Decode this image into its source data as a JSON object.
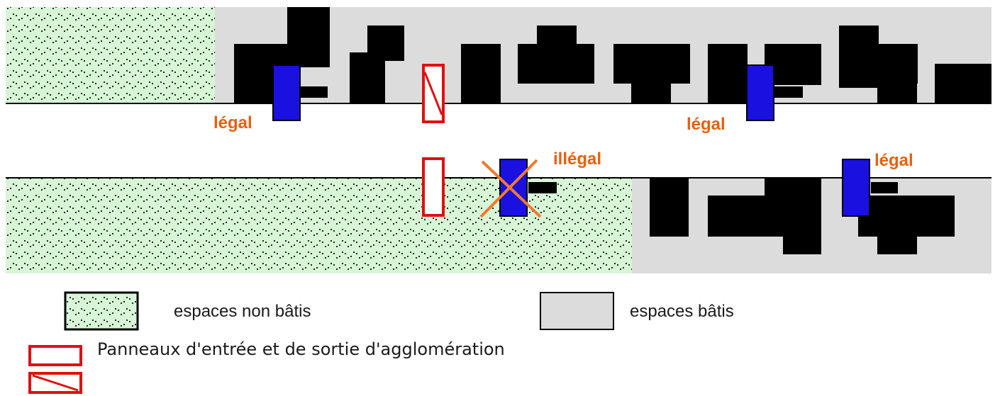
{
  "labels": {
    "legal_1": "légal",
    "legal_2": "légal",
    "legal_3": "légal",
    "illegal": "illégal"
  },
  "legend": {
    "unbuilt": "espaces non bâtis",
    "built": "espaces bâtis",
    "signs": "Panneaux d'entrée et de sortie d'agglomération"
  },
  "colors": {
    "unbuilt_fill": "#d8f5d8",
    "built_fill": "#dcdcdc",
    "building": "#000000",
    "sign_panel": "#1a10e0",
    "boundary_sign": "#e01010",
    "label_text": "#e8600f",
    "cross": "#f07a30"
  }
}
